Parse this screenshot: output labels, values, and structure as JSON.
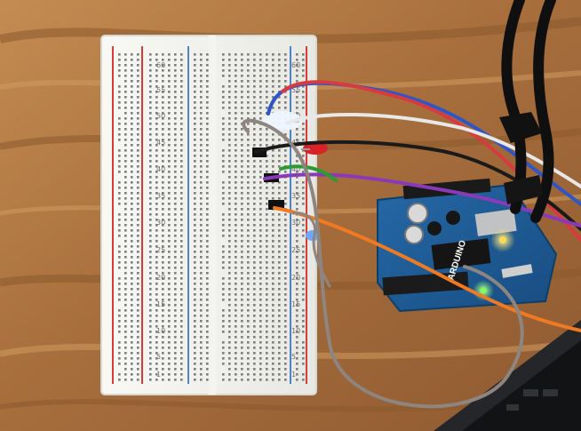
{
  "scene": {
    "wood_colors": {
      "base": "#b07a45",
      "grain_dark": "#8c5a2d",
      "grain_light": "#d09b60"
    },
    "breadboard": {
      "row_labels": [
        "60",
        "55",
        "50",
        "45",
        "40",
        "35",
        "30",
        "25",
        "20",
        "15",
        "10",
        "5",
        "1"
      ],
      "right_labels": [
        "60",
        "55",
        "50",
        "45",
        "40",
        "35",
        "30",
        "25",
        "20",
        "15",
        "10",
        "5",
        "1"
      ],
      "rail_colors": {
        "red": "#d83a36",
        "blue": "#4f83c4"
      }
    },
    "arduino": {
      "brand_text": "ARDUINO",
      "board_color": "#1d5f98",
      "led_colors": {
        "power": "#ffd84d",
        "status": "#7dff5a"
      }
    },
    "wires": {
      "colors": [
        "#2f56c7",
        "#d93a3f",
        "#e8e8e8",
        "#1a1a1a",
        "#8a3ab9",
        "#2c9b33",
        "#ef7a21",
        "#8e8580"
      ]
    },
    "components": {
      "led_clear": "#eef6ff",
      "led_red": "#d82228",
      "led_blue": "#6fa8ff"
    }
  }
}
